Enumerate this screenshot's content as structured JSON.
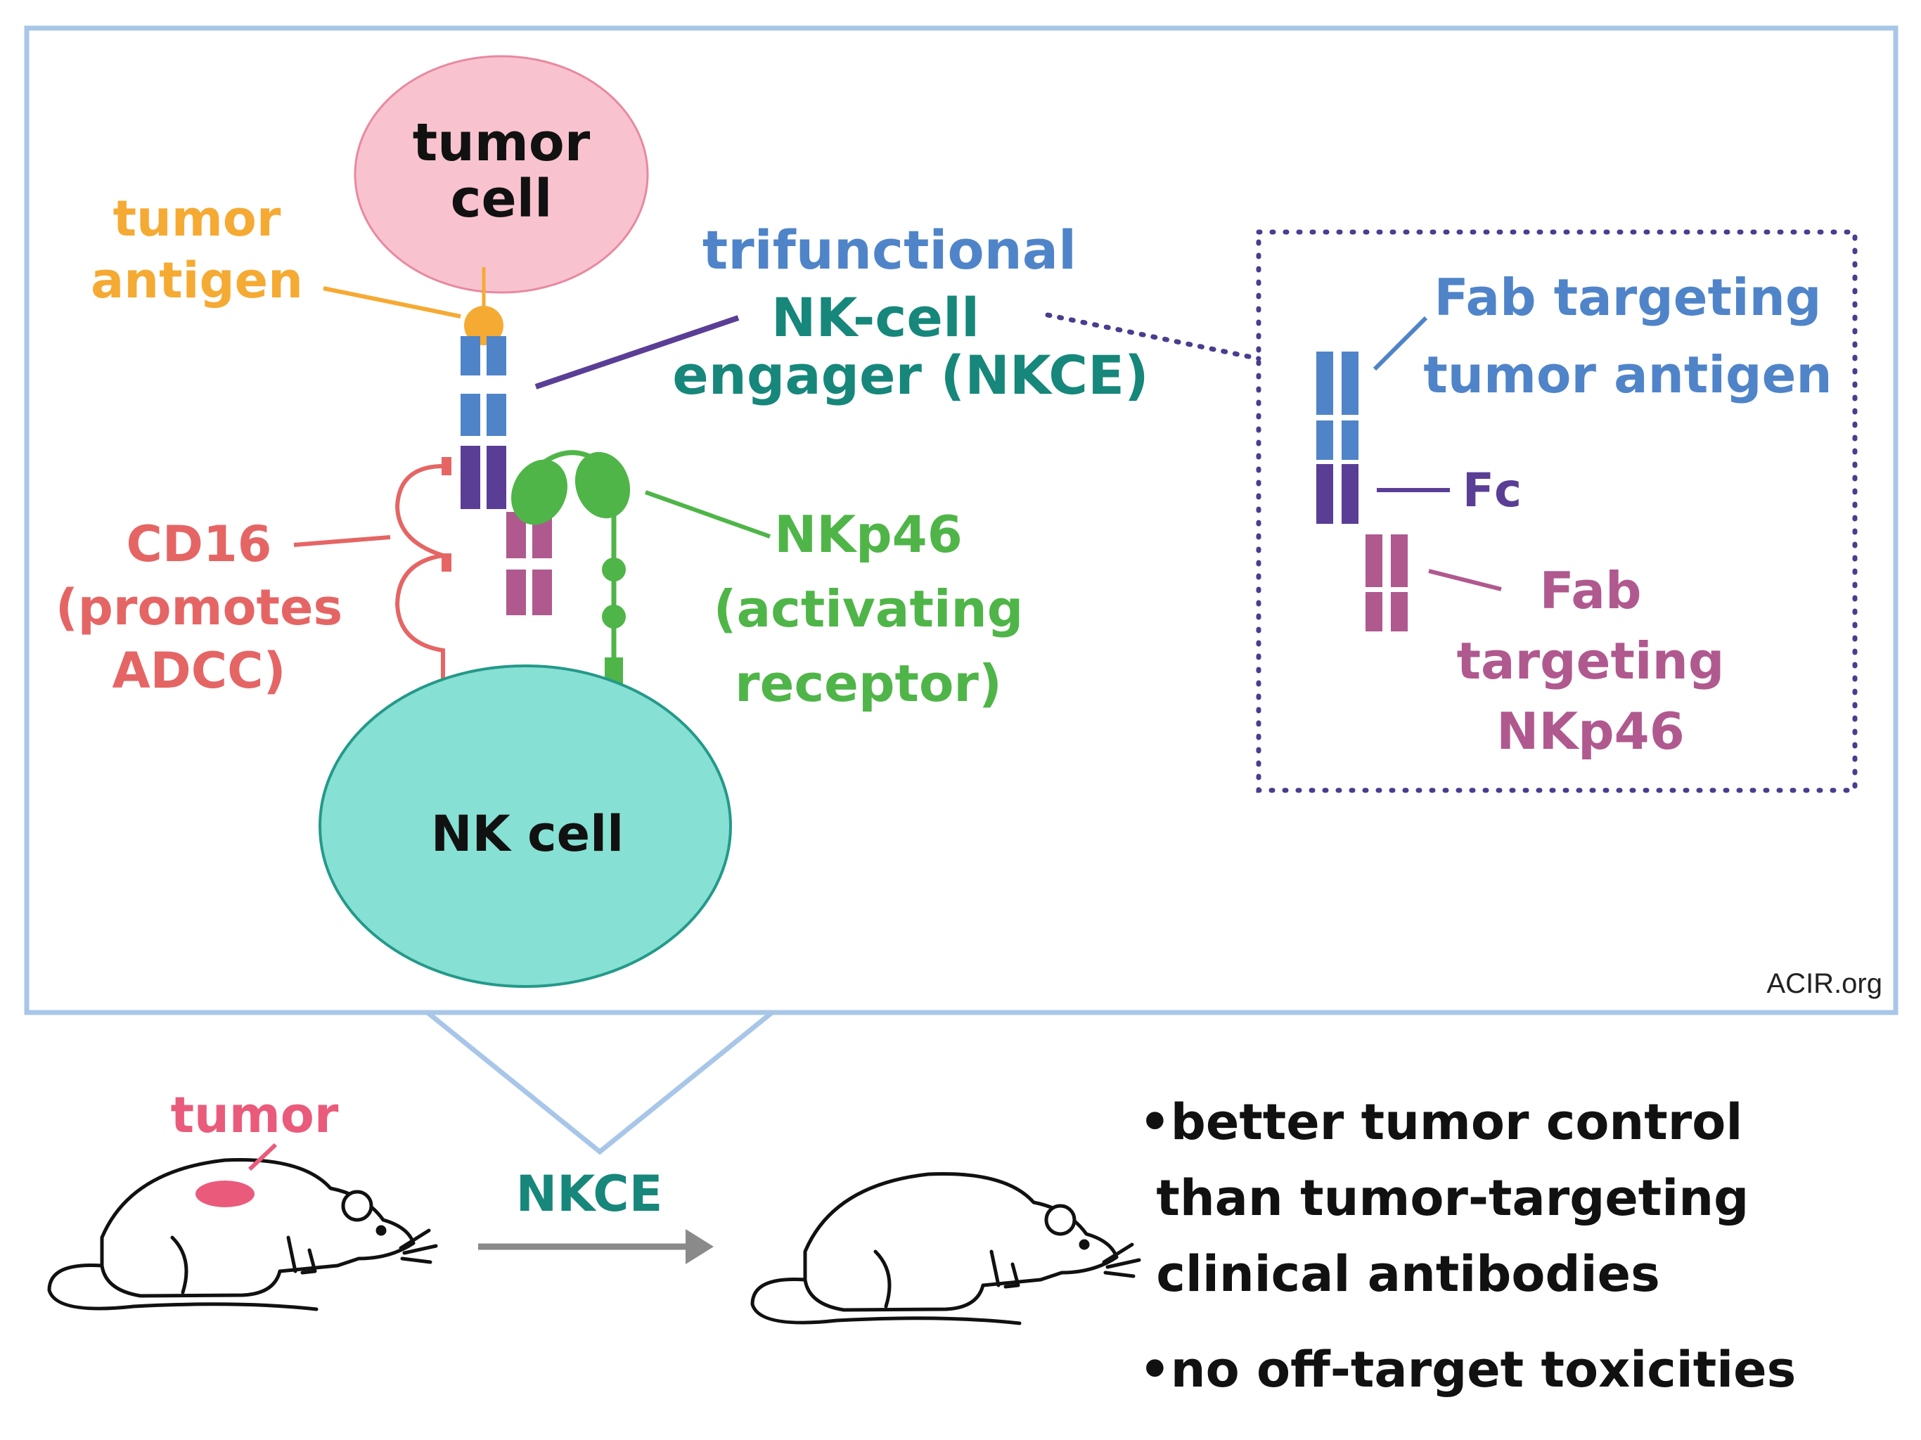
{
  "colors": {
    "frame": "#a8c6e8",
    "tumor_cell_fill": "#f8c3cf",
    "tumor_cell_stroke": "#e889a0",
    "nk_cell_fill": "#86e0d3",
    "nk_cell_stroke": "#24998a",
    "antigen": "#f5aa33",
    "fab_tumor": "#4f84c9",
    "fc": "#5a3e96",
    "fab_nkp46": "#b0598f",
    "nkp46": "#4fb548",
    "cd16": "#e56565",
    "nkce_teal": "#16877a",
    "mouse_tumor": "#ea5b7b",
    "arrow": "#8a8a8a",
    "inset_border": "#4b3c8e"
  },
  "diagram": {
    "tumor_cell": "tumor\ncell",
    "tumor_antigen": "tumor\nantigen",
    "nkce_line1": "trifunctional",
    "nkce_line2": "NK-cell",
    "nkce_line3": "engager (NKCE)",
    "cd16": "CD16\n(promotes\nADCC)",
    "nkp46": "NKp46\n(activating\nreceptor)",
    "nk_cell": "NK cell",
    "credit": "ACIR.org"
  },
  "inset": {
    "fab_tumor": "Fab targeting\ntumor antigen",
    "fc": "Fc",
    "fab_nkp46": "Fab\ntargeting\nNKp46"
  },
  "bottom": {
    "tumor": "tumor",
    "nkce": "NKCE",
    "bullet1": "•better tumor control\n than tumor-targeting\n clinical antibodies",
    "bullet2": "•no off-target toxicities"
  }
}
